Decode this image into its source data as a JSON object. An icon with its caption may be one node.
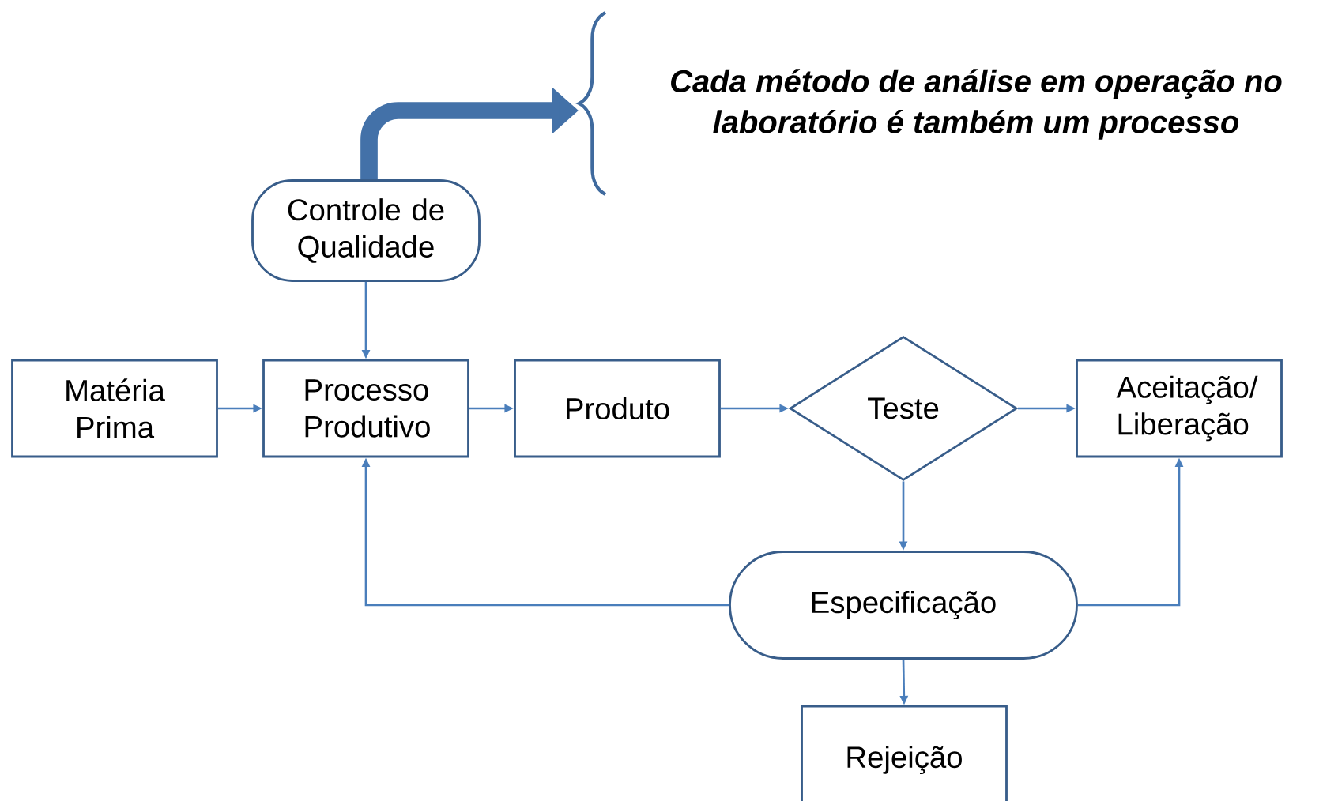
{
  "diagram": {
    "nodes": [
      {
        "text": [
          "Controle de Qualidade"
        ]
      },
      {
        "text": [
          "Matéria Prima"
        ]
      },
      {
        "text": [
          "Processo Produtivo"
        ]
      },
      {
        "text": [
          "Produto"
        ]
      },
      {
        "text": [
          "Teste"
        ]
      },
      {
        "text": [
          "Aceitação/ Liberação"
        ]
      },
      {
        "text": [
          "Especificação"
        ]
      },
      {
        "text": [
          "Rejeição"
        ]
      },
      {
        "text": [
          "Cada método de análise em operação no laboratório é também um processo"
        ]
      }
    ],
    "edges": [
      {
        "from": 0,
        "to": 8,
        "arrow": "to",
        "style": "thick"
      },
      {
        "from": 0,
        "to": 2,
        "arrow": "to"
      },
      {
        "from": 1,
        "to": 2,
        "arrow": "to"
      },
      {
        "from": 2,
        "to": 3,
        "arrow": "to"
      },
      {
        "from": 3,
        "to": 4,
        "arrow": "to"
      },
      {
        "from": 4,
        "to": 5,
        "arrow": "to"
      },
      {
        "from": 4,
        "to": 6,
        "arrow": "to"
      },
      {
        "from": 6,
        "to": 2,
        "arrow": "to"
      },
      {
        "from": 6,
        "to": 5,
        "arrow": "to"
      },
      {
        "from": 6,
        "to": 7,
        "arrow": "to"
      }
    ]
  }
}
